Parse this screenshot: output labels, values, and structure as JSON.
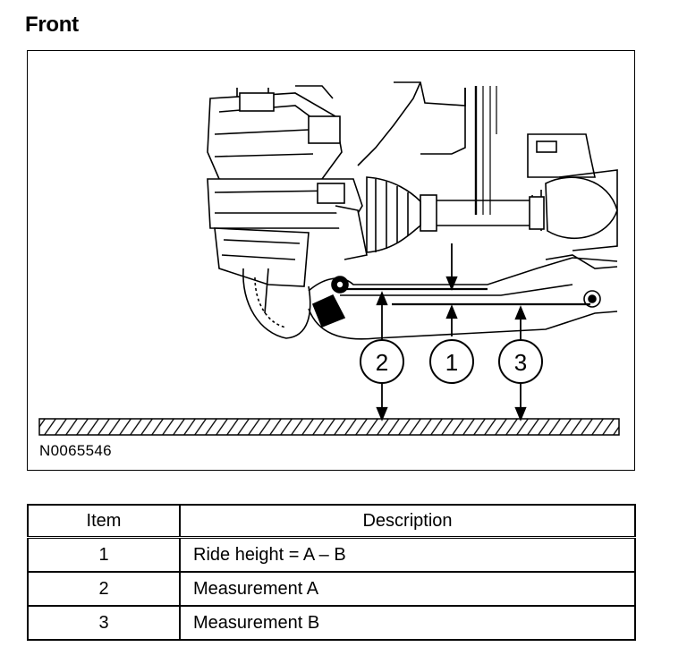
{
  "page": {
    "title": "Front"
  },
  "figure": {
    "id": "N0065546",
    "callouts": [
      {
        "number": "2"
      },
      {
        "number": "1"
      },
      {
        "number": "3"
      }
    ]
  },
  "legend": {
    "headers": {
      "item": "Item",
      "description": "Description"
    },
    "rows": [
      {
        "item": "1",
        "description": "Ride height = A – B"
      },
      {
        "item": "2",
        "description": "Measurement A"
      },
      {
        "item": "3",
        "description": "Measurement B"
      }
    ]
  }
}
